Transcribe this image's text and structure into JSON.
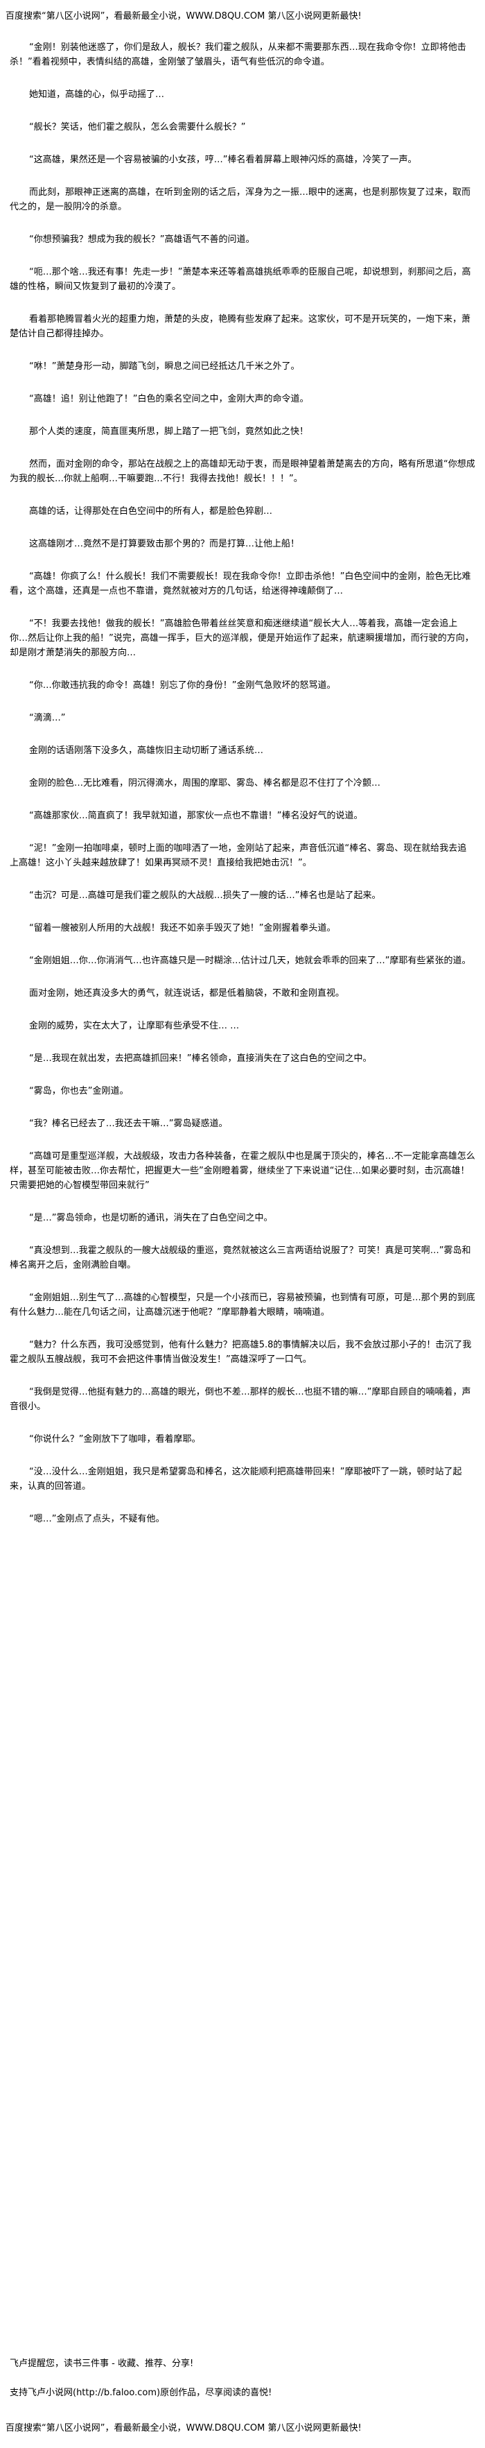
{
  "header": {
    "banner": "百度搜索“第八区小说网”，看最新最全小说，WWW.D8QU.COM  第八区小说网更新最快!"
  },
  "paragraphs": [
    "“金刚！别装他迷惑了，你们是敌人，舰长？我们霍之舰队，从来都不需要那东西…现在我命令你！立即将他击杀！”看着视频中，表情纠结的高雄，金刚皱了皱眉头，语气有些低沉的命令道。",
    "她知道，高雄的心，似乎动摇了…",
    "“舰长？笑话，他们霍之舰队，怎么会需要什么舰长？”",
    "“这高雄，果然还是一个容易被骗的小女孩，哼…”棒名看着屏幕上眼神闪烁的高雄，冷笑了一声。",
    "而此刻，那眼神正迷离的高雄，在听到金刚的话之后，浑身为之一振…眼中的迷离，也是刹那恢复了过来，取而代之的，是一股阴冷的杀意。",
    "“你想预骗我？想成为我的舰长？”高雄语气不善的问道。",
    "“呃…那个啥…我还有事！先走一步！”萧楚本来还等着高雄挑纸乖乖的臣服自己呢，却说想到，刹那间之后，高雄的性格，瞬间又恢复到了最初的冷漠了。",
    "看着那艳腾冒着火光的超重力炮，萧楚的头皮，艳腾有些发麻了起来。这家伙，可不是开玩笑的，一炮下来，萧楚估计自己都得挂掉办。",
    "“咻！”萧楚身形一动，脚踏飞剑，瞬息之间已经抵达几千米之外了。",
    "“高雄！追！别让他跑了！”白色的乘名空间之中，金刚大声的命令道。",
    "那个人类的速度，简直匪夷所思，脚上踏了一把飞剑，竟然如此之快！",
    "然而，面对金刚的命令，那站在战舰之上的高雄却无动于衷，而是眼神望着萧楚离去的方向，略有所思道“你想成为我的舰长…你就上船啊…干嘛要跑…不行！我得去找他！舰长！！！”。",
    "高雄的话，让得那处在白色空间中的所有人，都是脸色猝剧…",
    "这高雄刚才…竟然不是打算要致击那个男的？而是打算…让他上船！",
    "“高雄！你疯了么！什么舰长！我们不需要舰长！现在我命令你！立即击杀他！”白色空间中的金刚，脸色无比难看，这个高雄，还真是一点也不靠谱，竟然就被对方的几句话，给迷得神魂颠倒了…",
    "“不！我要去找他！做我的舰长！”高雄脸色带着丝丝笑意和痴迷继续道“舰长大人…等着我，高雄一定会追上你…然后让你上我的船！”说完，高雄一挥手，巨大的巡洋舰，便是开始运作了起来，航速瞬援增加，而行驶的方向，却是刚才萧楚消失的那股方向…",
    "“你…你敢违抗我的命令！高雄！别忘了你的身份！”金刚气急败坏的怒骂道。",
    "“滴滴…”",
    "金刚的话语刚落下没多久，高雄恢旧主动切断了通话系统…",
    "金刚的脸色…无比难看，阴沉得滴水，周围的摩耶、雾岛、棒名都是忍不住打了个冷颤…",
    "“高雄那家伙…简直疯了！我早就知道，那家伙一点也不靠谱！”棒名没好气的说道。",
    "“泥！”金刚一拍咖啡桌，顿时上面的咖啡洒了一地，金刚站了起来，声音低沉道“棒名、雾岛、现在就给我去追上高雄！这小丫头越来越放肆了！如果再冥顽不灵！直接给我把她击沉！”。",
    "“击沉？可是…高雄可是我们霍之舰队的大战舰…损失了一艘的话…”棒名也是站了起来。",
    "“留着一艘被别人所用的大战舰！我还不如亲手毁灭了她！”金刚握着拳头道。",
    "“金刚姐姐…你…你消消气…也许高雄只是一时糊涂…估计过几天，她就会乖乖的回来了…”摩耶有些紧张的道。",
    "面对金刚，她还真没多大的勇气，就连说话，都是低着脑袋，不敢和金刚直视。",
    "金刚的威势，实在太大了，让摩耶有些承受不住… …",
    "“是…我现在就出发，去把高雄抓回来！”棒名领命，直接消失在了这白色的空间之中。",
    "“雾岛，你也去”金刚道。",
    "“我？棒名已经去了…我还去干嘛…”雾岛疑惑道。",
    "“高雄可是重型巡洋舰，大战舰级，攻击力各种装备，在霍之舰队中也是属于顶尖的，棒名…不一定能拿高雄怎么样，甚至可能被击败…你去帮忙，把握更大一些”金刚瞪着雾，继续坐了下来说道“记住…如果必要时刻，击沉高雄！只需要把她的心智模型带回来就行”",
    "“是…”雾岛领命，也是切断的通讯，消失在了白色空间之中。",
    "“真没想到…我霍之舰队的一艘大战舰级的重巡，竟然就被这么三言两语给说服了？可笑！真是可笑啊…”雾岛和棒名离开之后，金刚满脸自嘲。",
    "“金刚姐姐…别生气了…高雄的心智模型，只是一个小孩而已，容易被预骗，也到情有可原，可是…那个男的到底有什么魅力…能在几句话之间，让高雄沉迷于他呢？”摩耶静着大眼睛，喃喃道。",
    "“魅力？什么东西，我可没感觉到，他有什么魅力？把高雄5.8的事情解决以后，我不会放过那小子的！击沉了我霍之舰队五艘战舰，我可不会把这件事情当做没发生！”高雄深呼了一口气。",
    "“我倒是觉得…他挺有魅力的…高雄的眼光，倒也不差…那样的舰长…也挺不错的嘛…”摩耶自顾自的喃喃着，声音很小。",
    "“你说什么？”金刚放下了咖啡，看着摩耶。",
    "“没…没什么…金刚姐姐，我只是希望雾岛和棒名，这次能顺利把高雄带回来！”摩耶被吓了一跳，顿时站了起来，认真的回答道。",
    "“嗯…”金刚点了点头，不疑有他。"
  ],
  "closing": {
    "line1": "飞卢提醒您，读书三件事 - 收藏、推荐、分享!",
    "line2": "支持飞卢小说网(http://b.faloo.com)原创作品，尽享阅读的喜悦!"
  },
  "footer": {
    "banner": "百度搜索“第八区小说网”，看最新最全小说，WWW.D8QU.COM  第八区小说网更新最快!"
  }
}
